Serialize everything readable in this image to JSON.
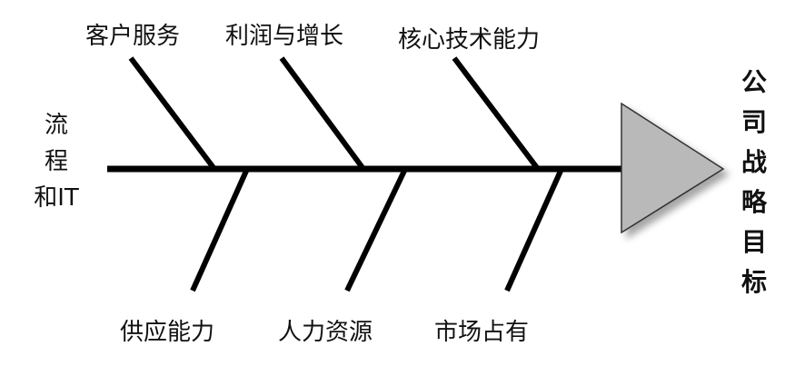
{
  "diagram": {
    "type": "fishbone",
    "head_label": "公司战略目标",
    "side_label": "流程和IT",
    "top_causes": [
      "客户服务",
      "利润与增长",
      "核心技术能力"
    ],
    "bottom_causes": [
      "供应能力",
      "人力资源",
      "市场占有"
    ],
    "colors": {
      "line": "#000000",
      "head_fill": "#b9b9b9",
      "head_stroke": "#333333",
      "text": "#111111"
    }
  }
}
